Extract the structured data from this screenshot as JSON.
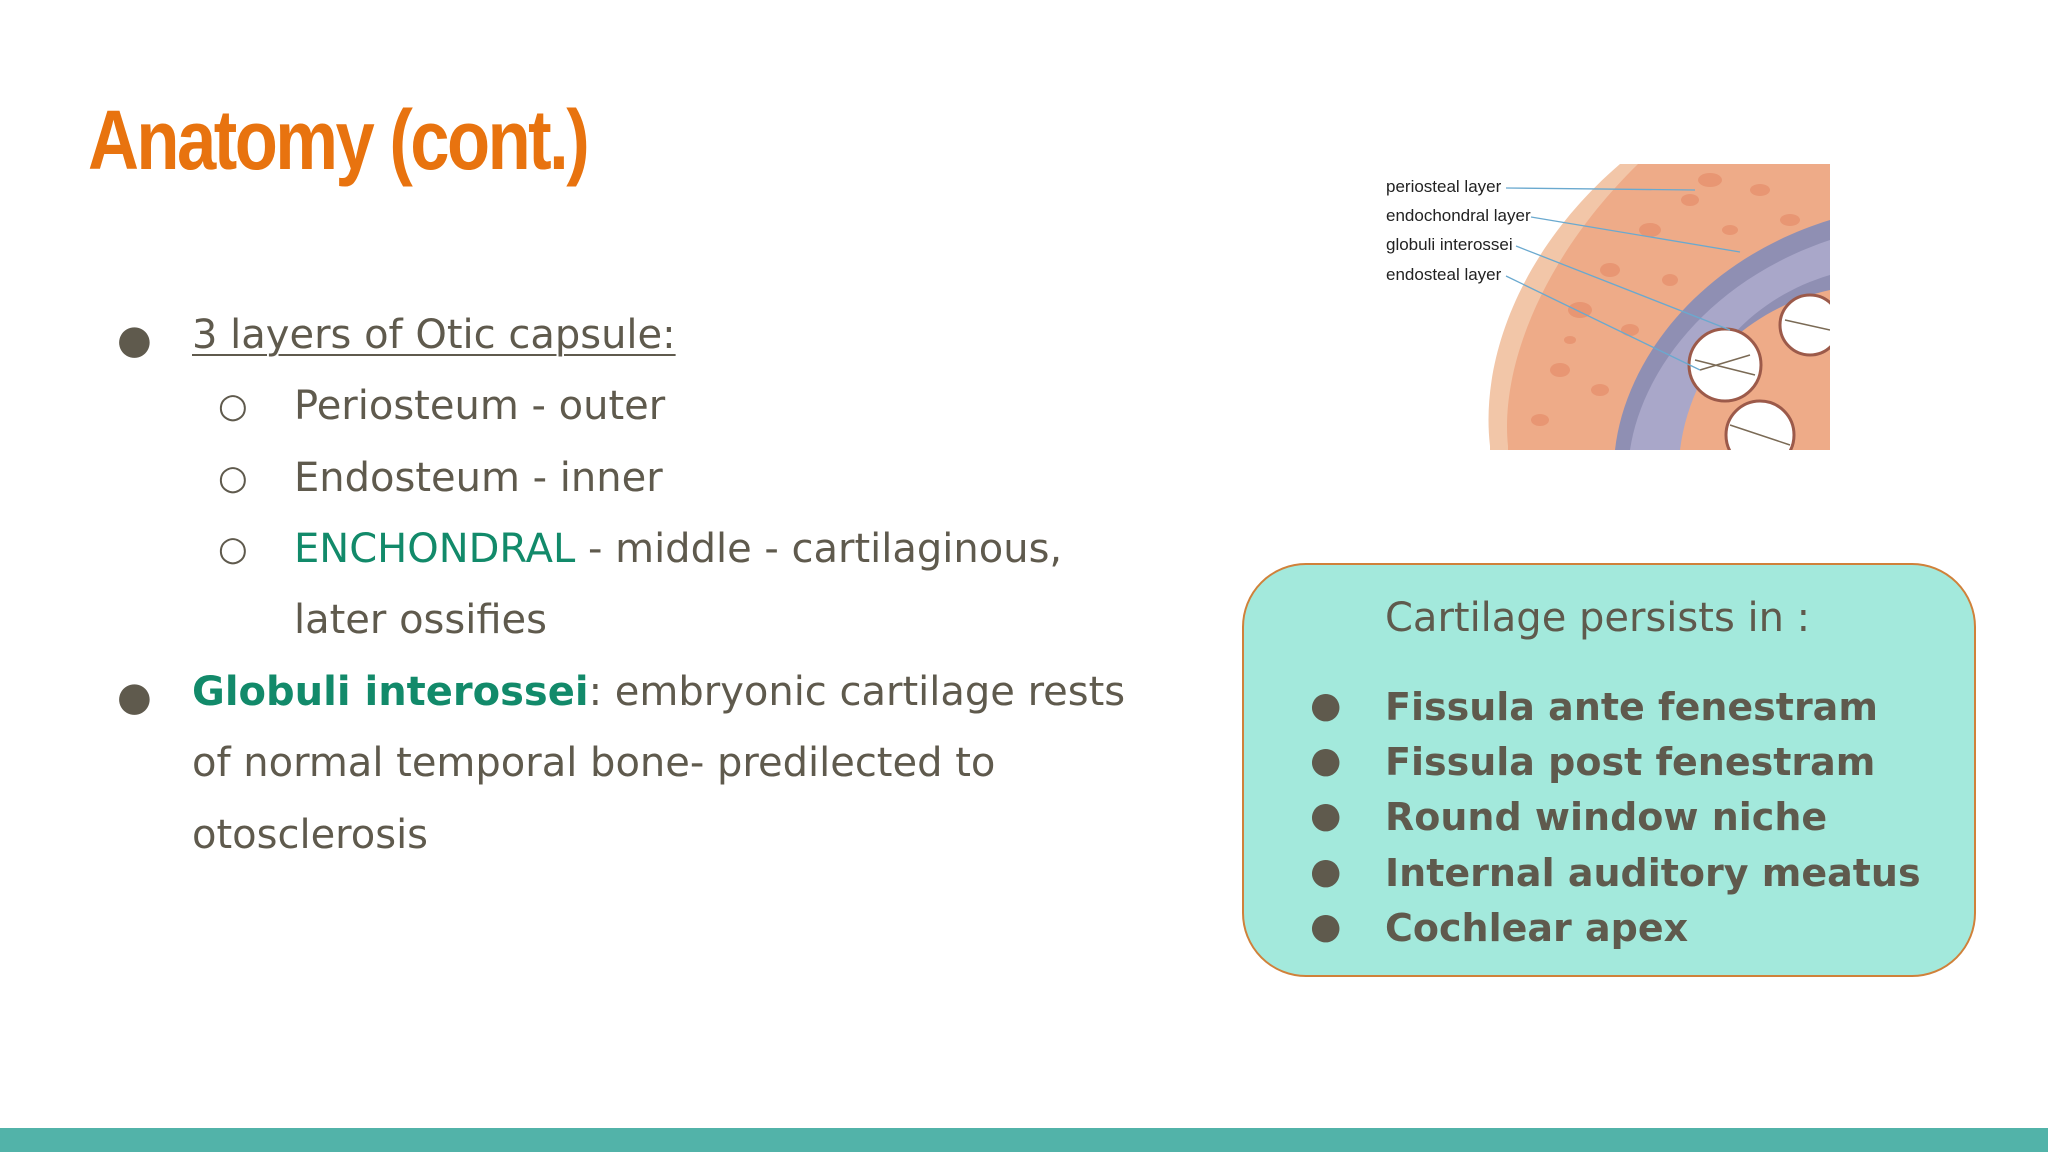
{
  "title": "Anatomy (cont.)",
  "layers": {
    "heading": "3 layers of Otic capsule:",
    "items": [
      {
        "text": "Periosteum - outer"
      },
      {
        "text": "Endosteum - inner"
      },
      {
        "highlight": "ENCHONDRAL",
        "rest": " - middle - cartilaginous,",
        "cont": "later ossifies"
      }
    ]
  },
  "globuli": {
    "term": "Globuli interossei",
    "line1": ": embryonic cartilage rests",
    "line2": "of normal temporal bone- predilected to",
    "line3": "otosclerosis"
  },
  "diagram": {
    "labels": [
      "periosteal layer",
      "endochondral layer",
      "globuli interossei",
      "endosteal layer"
    ]
  },
  "callout": {
    "heading": "Cartilage persists in :",
    "items": [
      "Fissula ante fenestram",
      "Fissula post fenestram",
      "Round window niche",
      "Internal auditory meatus",
      "Cochlear apex"
    ]
  },
  "colors": {
    "title": "#e8730f",
    "accent": "#128a6a",
    "callout_bg": "#a3e9dc",
    "callout_border": "#d0813a",
    "footer": "#52b3a9"
  }
}
